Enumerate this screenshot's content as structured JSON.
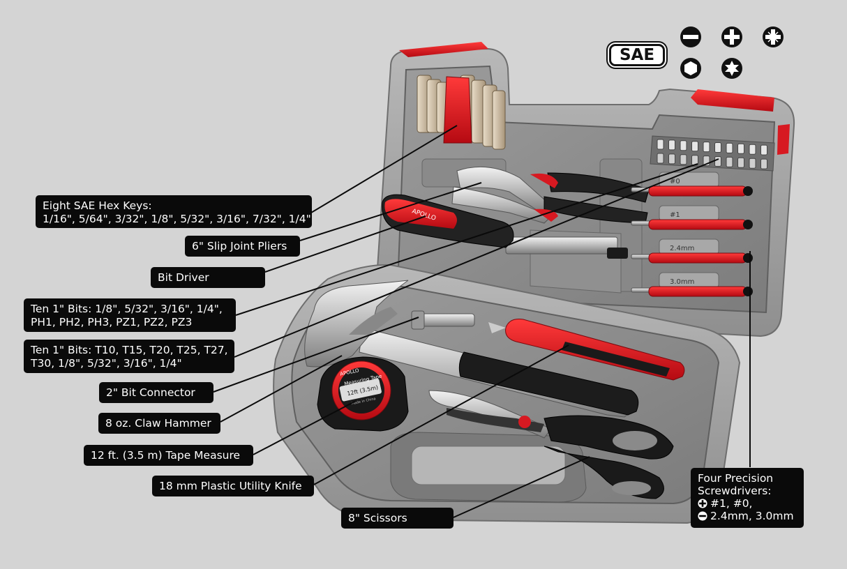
{
  "badge": {
    "sae": "SAE"
  },
  "tip_icons": [
    "slotted-tip-icon",
    "phillips-tip-icon",
    "pozi-tip-icon",
    "hex-tip-icon",
    "torx-tip-icon"
  ],
  "colors": {
    "background": "#d4d4d4",
    "case_gray": "#a9a9a9",
    "accent_red": "#e0141e",
    "label_bg": "#0a0a0a"
  },
  "labels": {
    "hex_keys": [
      "Eight SAE Hex Keys:",
      "1/16\", 5/64\", 3/32\", 1/8\", 5/32\", 3/16\", 7/32\", 1/4\""
    ],
    "pliers": "6\" Slip Joint Pliers",
    "bit_driver": "Bit Driver",
    "bits_a": [
      "Ten 1\" Bits: 1/8\", 5/32\", 3/16\", 1/4\",",
      "PH1, PH2, PH3, PZ1, PZ2, PZ3"
    ],
    "bits_b": [
      "Ten 1\" Bits: T10, T15, T20, T25, T27,",
      "T30, 1/8\", 5/32\", 3/16\", 1/4\""
    ],
    "bit_connector": "2\" Bit Connector",
    "hammer": "8 oz. Claw Hammer",
    "tape_measure": "12 ft. (3.5 m) Tape Measure",
    "utility_knife": "18 mm Plastic Utility Knife",
    "scissors": "8\" Scissors",
    "screwdrivers": {
      "title": "Four Precision",
      "subtitle": "Screwdrivers:",
      "phillips": "#1, #0,",
      "slotted": "2.4mm, 3.0mm"
    }
  },
  "product_text": {
    "brand": "APOLLO",
    "tape_caption": "Measuring Tape",
    "tape_size": "12ft (3.5m)",
    "tape_made": "Made in China",
    "sd_sizes": [
      "#0",
      "#1",
      "2.4mm",
      "3.0mm"
    ]
  }
}
